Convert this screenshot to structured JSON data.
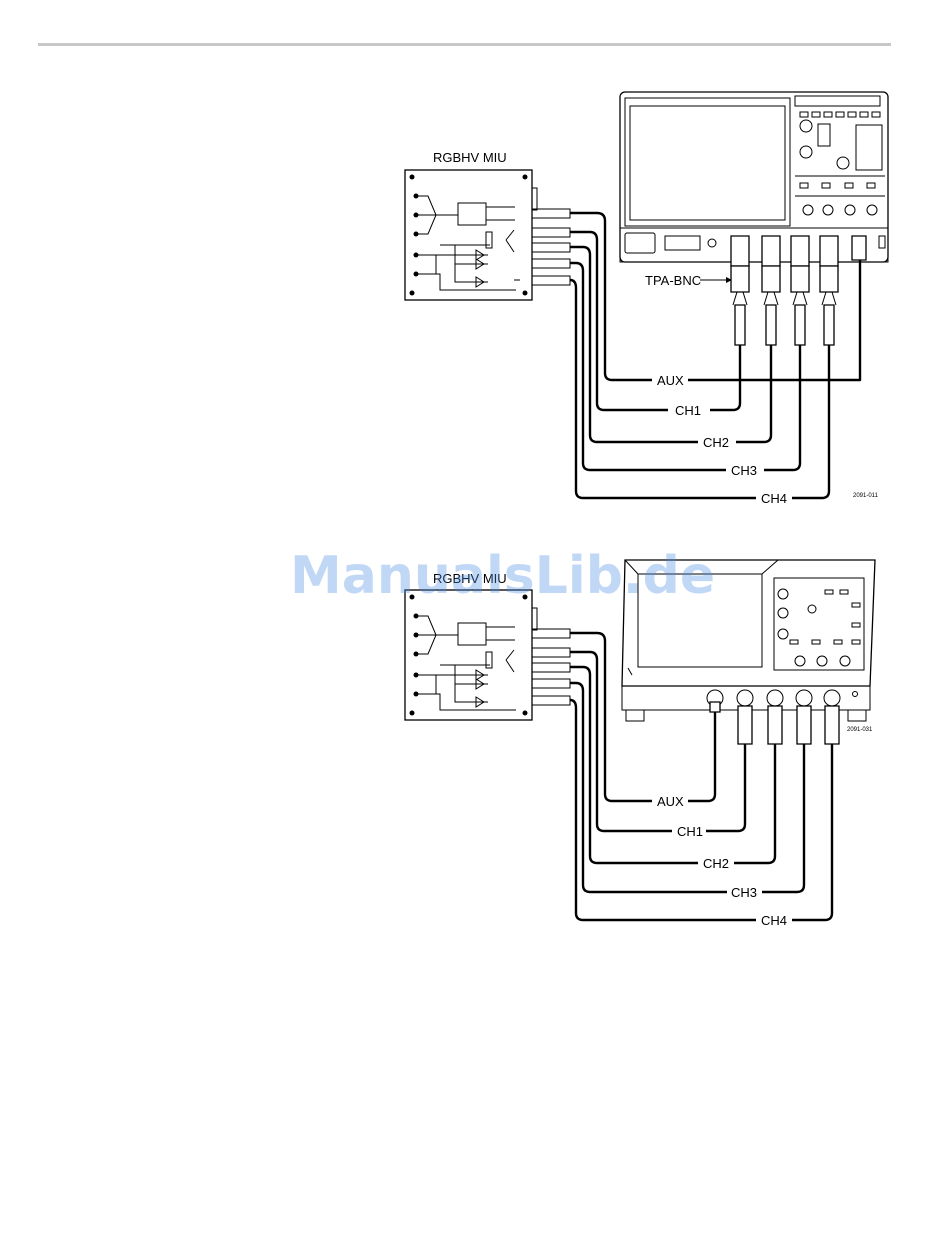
{
  "watermark": "ManualsLib.de",
  "figure_top": {
    "miu_title": "RGBHV MIU",
    "adapter_label": "TPA-BNC",
    "cables": [
      "AUX",
      "CH1",
      "CH2",
      "CH3",
      "CH4"
    ],
    "figure_id": "2091-011"
  },
  "figure_bottom": {
    "miu_title": "RGBHV MIU",
    "cables": [
      "AUX",
      "CH1",
      "CH2",
      "CH3",
      "CH4"
    ],
    "figure_id": "2091-031"
  }
}
